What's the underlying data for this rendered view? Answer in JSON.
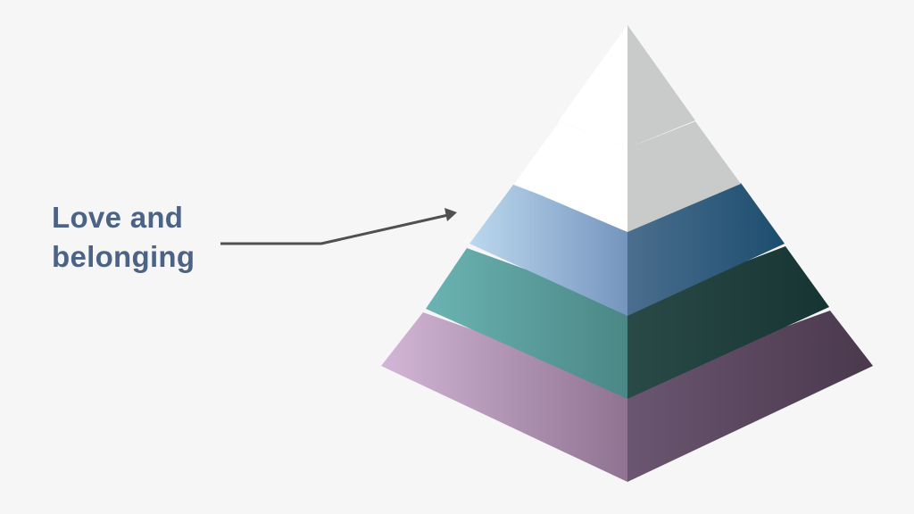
{
  "label": {
    "line1": "Love and",
    "line2": "belonging",
    "color": "#4c6385"
  },
  "pyramid": {
    "tier_count": 5,
    "tiers": [
      {
        "name": "tier-1-top",
        "left_color": "#ffffff",
        "right_color": "#c9cbca"
      },
      {
        "name": "tier-2",
        "left_color": "#ffffff",
        "right_color": "#c9cbca"
      },
      {
        "name": "tier-3-highlighted",
        "left_color": "#bcd8ee",
        "right_color": "#1c4d6e"
      },
      {
        "name": "tier-4",
        "left_color": "#6bb4b3",
        "right_color": "#163432"
      },
      {
        "name": "tier-5-base",
        "left_color": "#d3b6d6",
        "right_color": "#4a384d"
      }
    ]
  },
  "arrow": {
    "color": "#505050"
  }
}
